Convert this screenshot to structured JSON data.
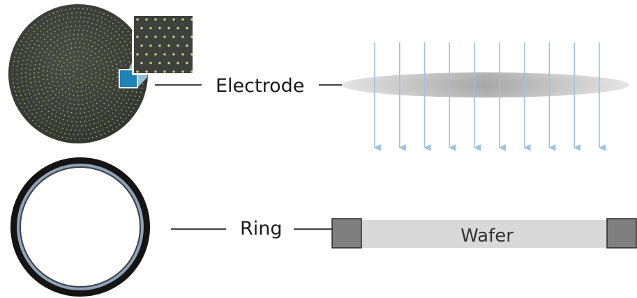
{
  "labels": {
    "electrode": "Electrode",
    "ring": "Ring",
    "wafer": "Wafer"
  },
  "colors": {
    "electrode_surface": "#3d4039",
    "electrode_dot": "#c9cc8e",
    "inset_highlight": "#1e82b8",
    "inset_beam": "#a9d6ea",
    "arrow": "#9dc3e2",
    "ring_outer": "#141414",
    "ring_inner": "#8fa3b8",
    "wafer_body": "#d9d9d9",
    "wafer_edge": "#7f7f7f",
    "leader_line": "#000000"
  },
  "arrow_count": 10,
  "icons": [
    "electrode-disk-photo",
    "electrode-detail-inset",
    "ring-photo",
    "plasma-cloud",
    "arrow-down-icon"
  ]
}
